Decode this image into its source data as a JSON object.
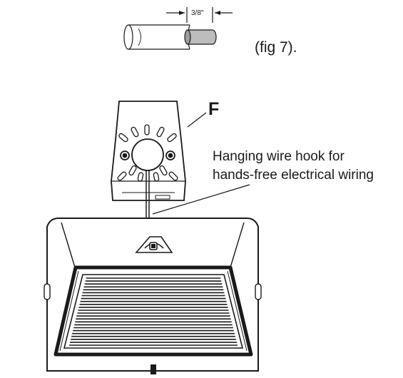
{
  "diagram": {
    "dimension_label": "3/8\"",
    "figure_label": "(fig 7).",
    "part_label": "F",
    "callout": {
      "line1": "Hanging wire hook for",
      "line2": "hands-free electrical wiring"
    },
    "louver_count": 24,
    "colors": {
      "stroke": "#1a1a1a",
      "fill": "#ffffff",
      "wire_tip": "#bdbdbd"
    }
  }
}
